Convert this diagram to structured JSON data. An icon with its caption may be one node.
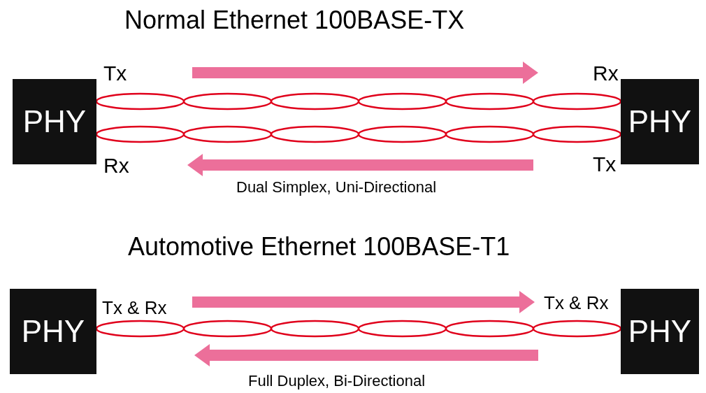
{
  "diagram": {
    "nodes": [
      {
        "text": [
          "PHY"
        ]
      },
      {
        "text": [
          "PHY"
        ]
      },
      {
        "text": [
          "PHY"
        ]
      },
      {
        "text": [
          "PHY"
        ]
      }
    ],
    "edges": [
      {
        "from": 0,
        "to": 1,
        "arrow": "none"
      },
      {
        "from": 0,
        "to": 1,
        "arrow": "none"
      },
      {
        "from": 2,
        "to": 3,
        "arrow": "none"
      }
    ],
    "labels": [
      "Normal Ethernet 100BASE-TX",
      "Tx",
      "Rx",
      "Rx",
      "Tx",
      "Dual Simplex, Uni-Directional",
      "Automotive Ethernet 100BASE-T1",
      "Tx & Rx",
      "Tx & Rx",
      "Full Duplex, Bi-Directional"
    ]
  }
}
